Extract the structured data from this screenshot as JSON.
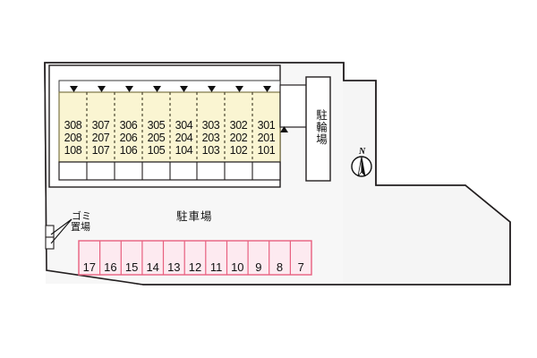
{
  "plan": {
    "title": "apartment-site-plan",
    "colors": {
      "site_fill": "#f5f5f5",
      "site_stroke": "#231f20",
      "building_fill": "#ffffff",
      "building_stroke": "#231f20",
      "unit_fill": "#faf5d2",
      "unit_stroke": "#7d7545",
      "unit_divider": "#6b6440",
      "parking_fill": "#fdeaf0",
      "parking_stroke": "#e8607f",
      "text": "#111111",
      "marker": "#111111"
    }
  },
  "building": {
    "name_label": "",
    "entrance_marker_count": 8,
    "stair_marker": "▲",
    "door_marker": "▼",
    "units": [
      {
        "col": 1,
        "floors": [
          "308",
          "208",
          "108"
        ]
      },
      {
        "col": 2,
        "floors": [
          "307",
          "207",
          "107"
        ]
      },
      {
        "col": 3,
        "floors": [
          "306",
          "206",
          "106"
        ]
      },
      {
        "col": 4,
        "floors": [
          "305",
          "205",
          "105"
        ]
      },
      {
        "col": 5,
        "floors": [
          "304",
          "204",
          "104"
        ]
      },
      {
        "col": 6,
        "floors": [
          "303",
          "203",
          "103"
        ]
      },
      {
        "col": 7,
        "floors": [
          "302",
          "202",
          "102"
        ]
      },
      {
        "col": 8,
        "floors": [
          "301",
          "201",
          "101"
        ]
      }
    ]
  },
  "facilities": {
    "bicycle_parking_label": "駐輪場",
    "car_parking_label": "駐車場",
    "trash_label_line1": "ゴミ",
    "trash_label_line2": "置場"
  },
  "compass": {
    "north_label": "N"
  },
  "parking_stalls": [
    {
      "number": "17"
    },
    {
      "number": "16"
    },
    {
      "number": "15"
    },
    {
      "number": "14"
    },
    {
      "number": "13"
    },
    {
      "number": "12"
    },
    {
      "number": "11"
    },
    {
      "number": "10"
    },
    {
      "number": "9"
    },
    {
      "number": "8"
    },
    {
      "number": "7"
    }
  ]
}
